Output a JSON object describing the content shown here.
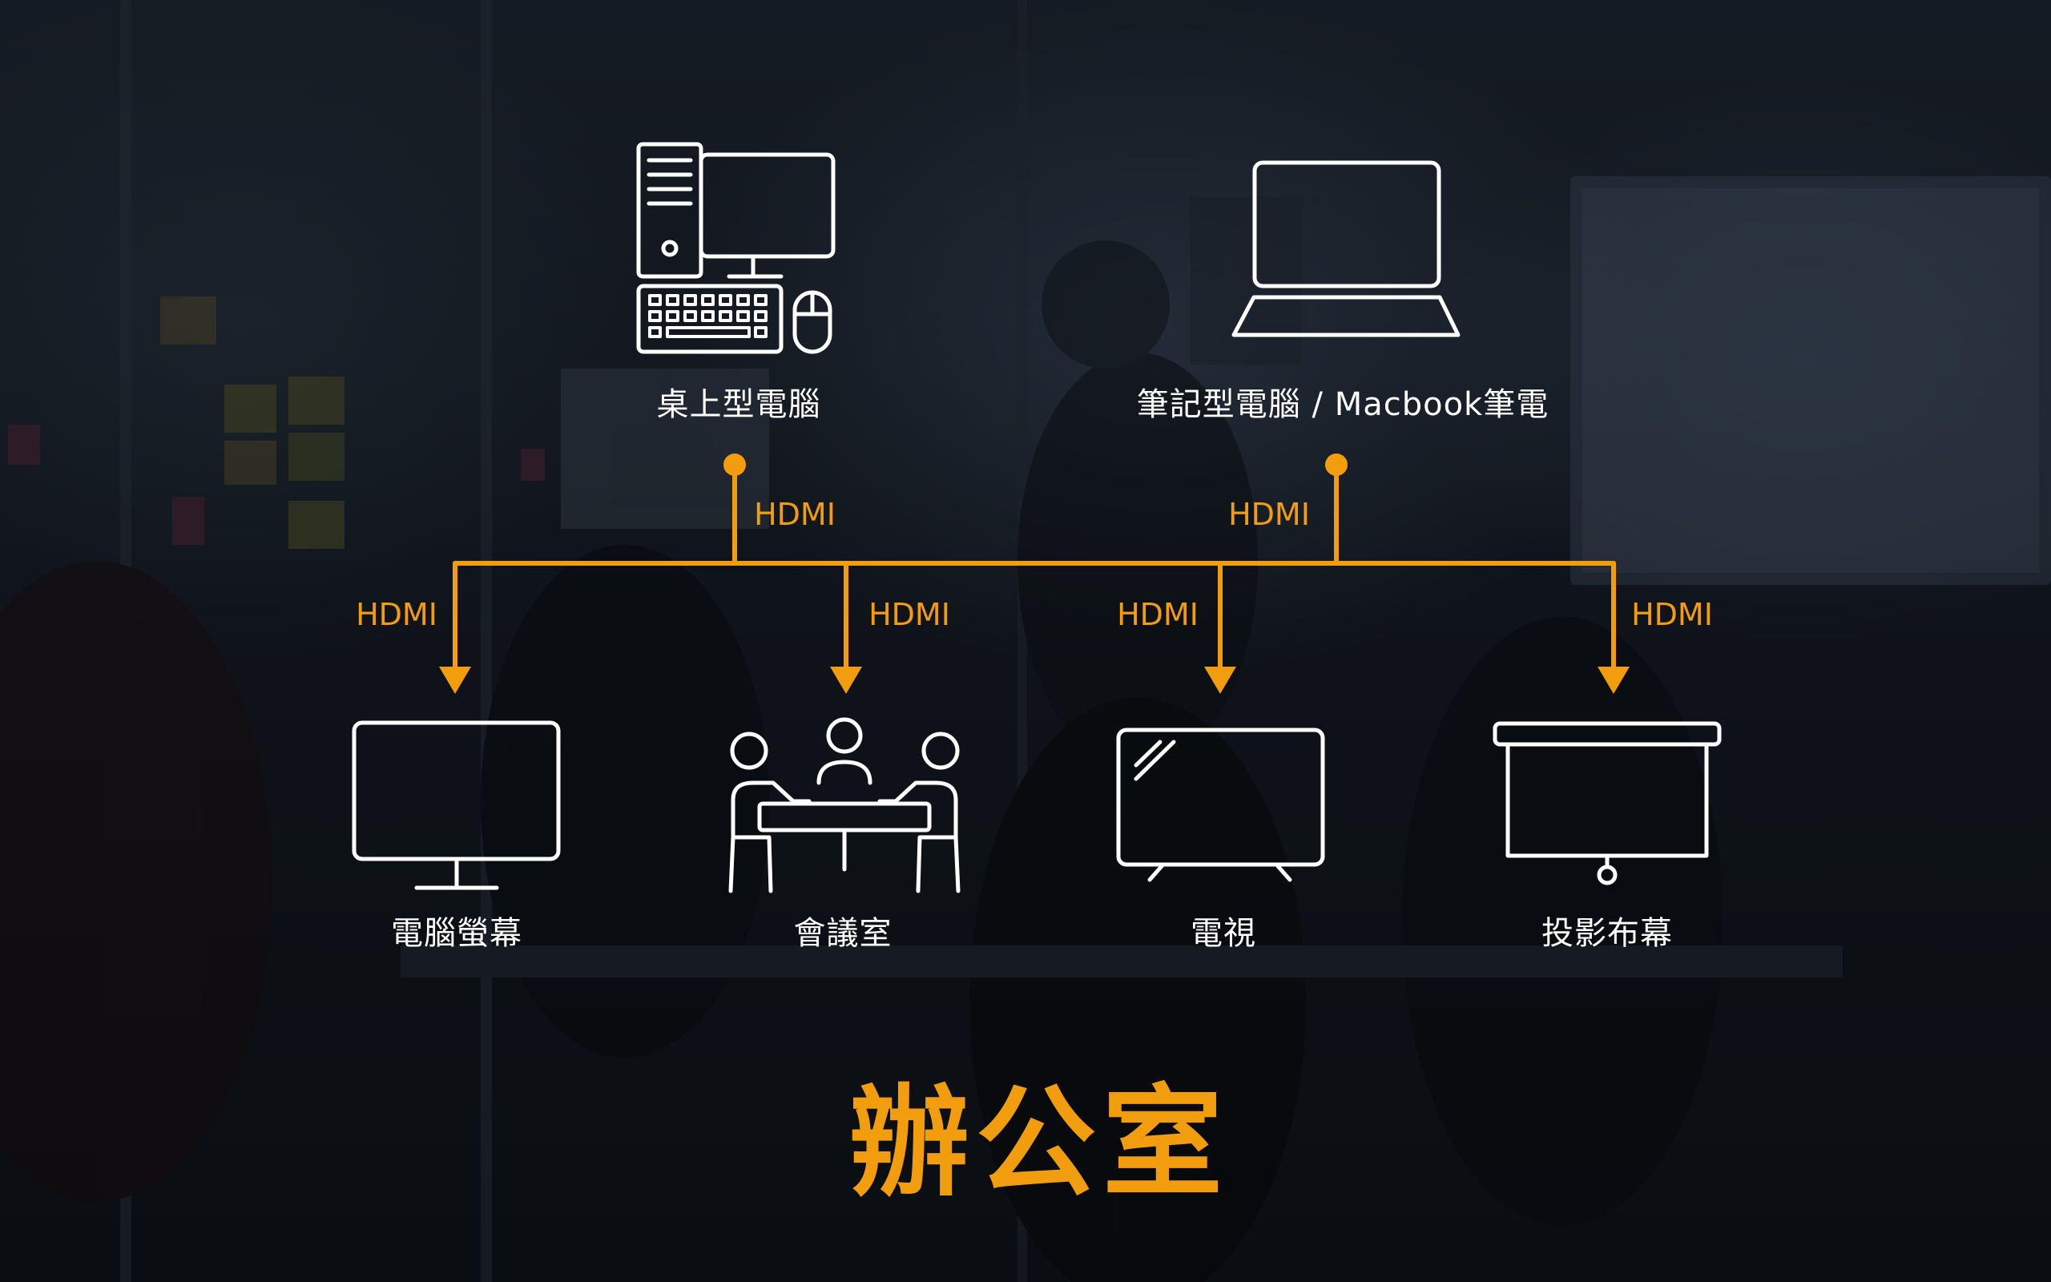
{
  "colors": {
    "accent": "#f29d0e",
    "icon_stroke": "#ffffff"
  },
  "sources": [
    {
      "label": "桌上型電腦",
      "icon": "desktop-computer-icon"
    },
    {
      "label": "筆記型電腦 / Macbook筆電",
      "icon": "laptop-icon"
    }
  ],
  "connection_label": "HDMI",
  "source_connections": [
    "HDMI",
    "HDMI"
  ],
  "outputs": [
    {
      "label": "電腦螢幕",
      "icon": "computer-monitor-icon",
      "connection": "HDMI"
    },
    {
      "label": "會議室",
      "icon": "meeting-room-icon",
      "connection": "HDMI"
    },
    {
      "label": "電視",
      "icon": "tv-icon",
      "connection": "HDMI"
    },
    {
      "label": "投影布幕",
      "icon": "projector-screen-icon",
      "connection": "HDMI"
    }
  ],
  "title": "辦公室"
}
